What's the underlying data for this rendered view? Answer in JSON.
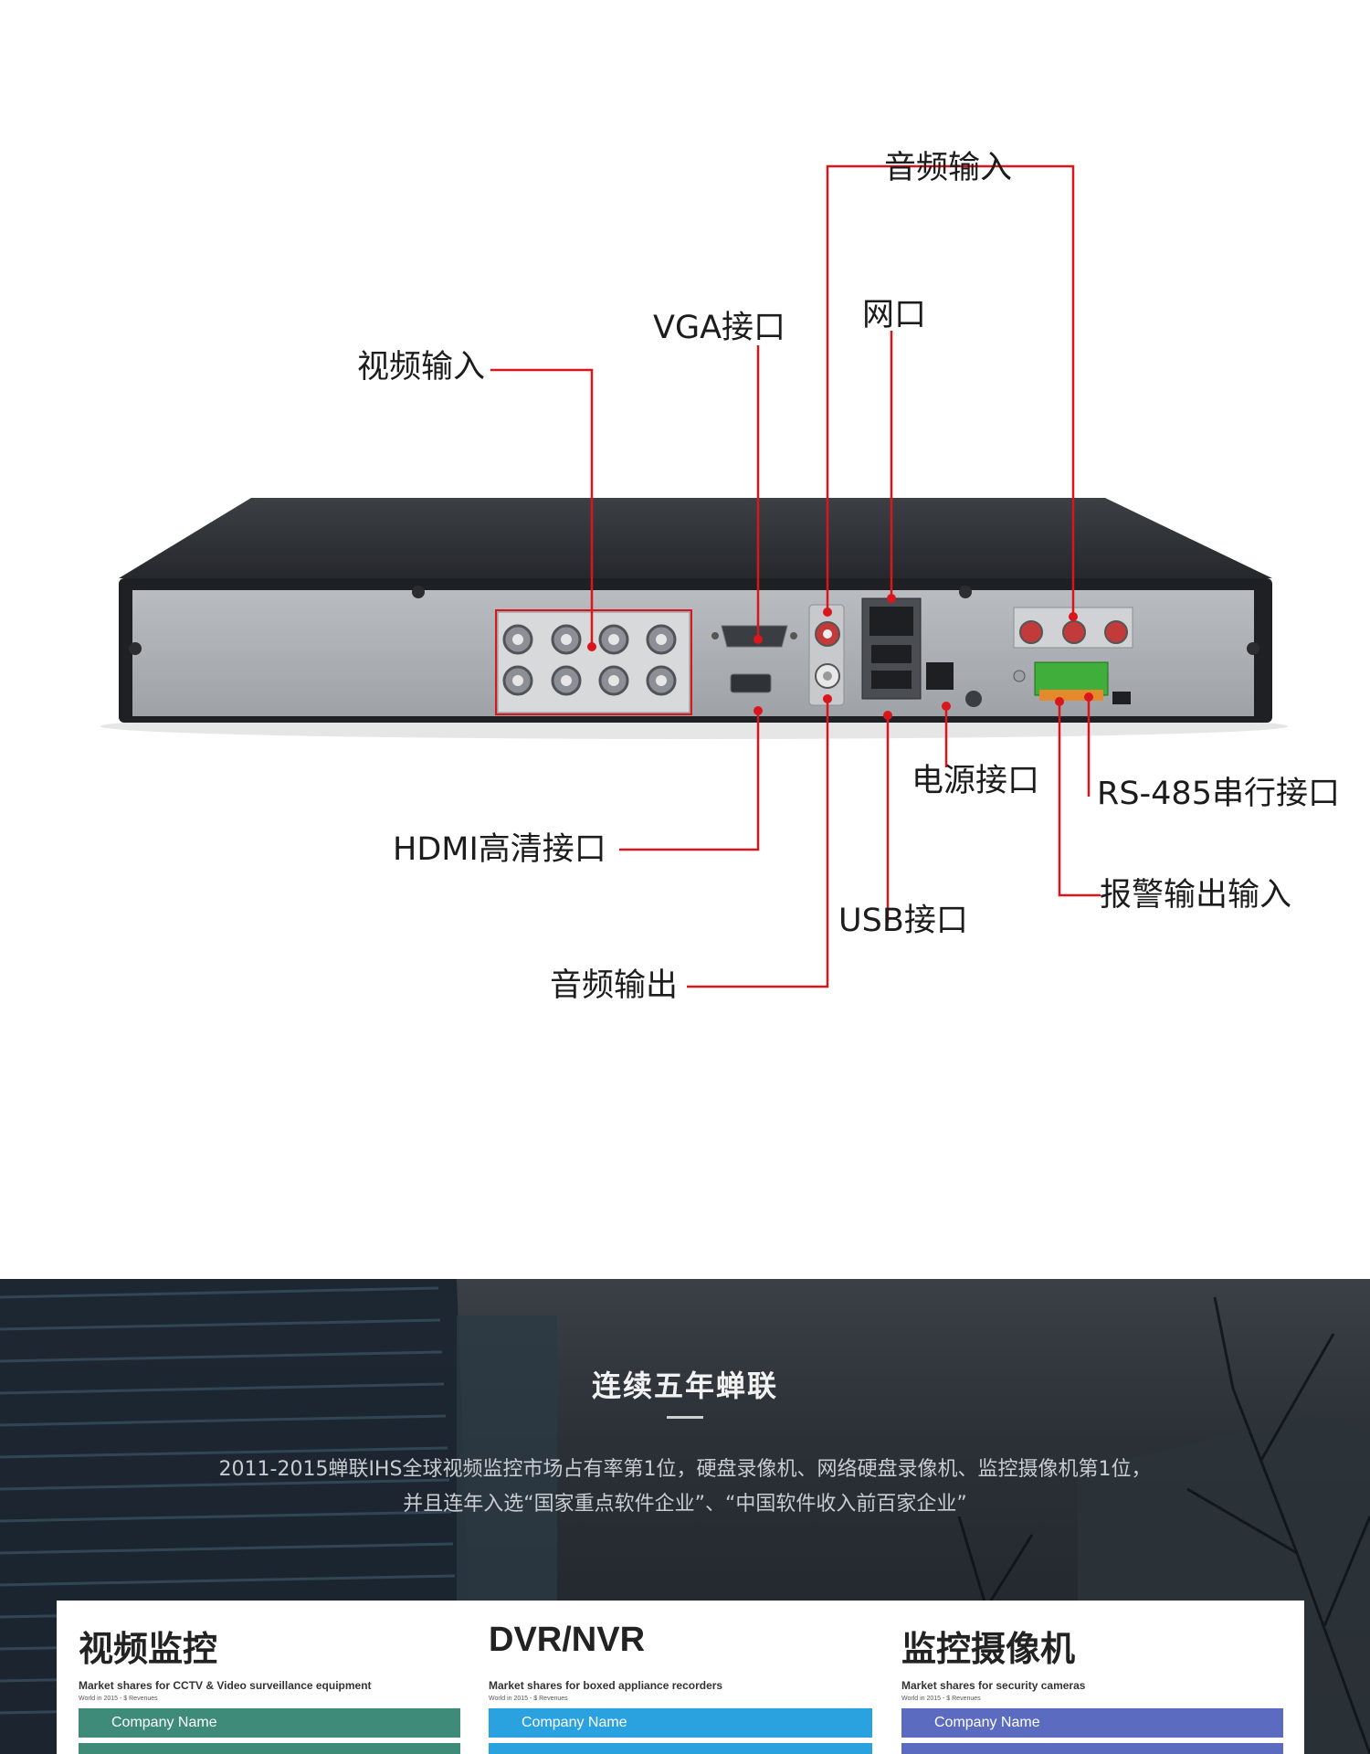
{
  "diagram": {
    "line_color": "#d9161c",
    "labels": {
      "audio_in": "音频输入",
      "vga": "VGA接口",
      "network": "网口",
      "video_in": "视频输入",
      "power": "电源接口",
      "rs485": "RS-485串行接口",
      "hdmi": "HDMI高清接口",
      "alarm": "报警输出输入",
      "usb": "USB接口",
      "audio_out": "音频输出"
    }
  },
  "banner": {
    "title": "连续五年蝉联",
    "description_line1": "2011-2015蝉联IHS全球视频监控市场占有率第1位，硬盘录像机、网络硬盘录像机、监控摄像机第1位，",
    "description_line2": "并且连年入选“国家重点软件企业”、“中国软件收入前百家企业”",
    "columns": [
      {
        "title": "视频监控",
        "subtitle": "Market shares for CCTV & Video surveillance equipment",
        "note": "World in 2015 - $ Revenues",
        "bar_label": "Company Name",
        "color": "#3d8b78"
      },
      {
        "title": "DVR/NVR",
        "subtitle": "Market shares for boxed appliance recorders",
        "note": "World in 2015 - $ Revenues",
        "bar_label": "Company Name",
        "color": "#2aa2df"
      },
      {
        "title": "监控摄像机",
        "subtitle": "Market shares for security cameras",
        "note": "World in 2015 - $ Revenues",
        "bar_label": "Company Name",
        "color": "#5b6cc0"
      }
    ]
  }
}
